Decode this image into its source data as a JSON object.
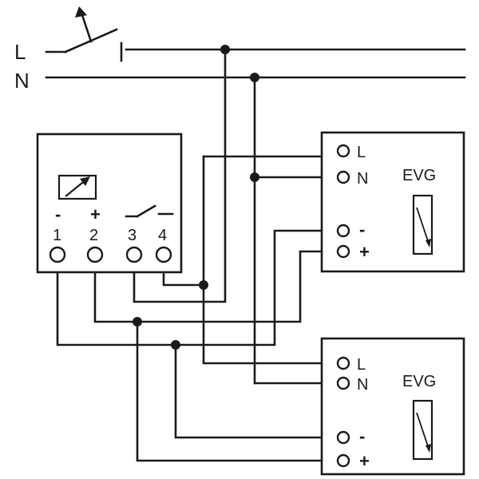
{
  "mains": {
    "line_label": "L",
    "neutral_label": "N"
  },
  "sensor": {
    "terminals": [
      {
        "number": "1",
        "polarity": "-"
      },
      {
        "number": "2",
        "polarity": "+"
      },
      {
        "number": "3"
      },
      {
        "number": "4"
      }
    ]
  },
  "ballasts": [
    {
      "title": "EVG",
      "terminals": [
        {
          "label": "L"
        },
        {
          "label": "N"
        },
        {
          "label": "-"
        },
        {
          "label": "+"
        }
      ]
    },
    {
      "title": "EVG",
      "terminals": [
        {
          "label": "L"
        },
        {
          "label": "N"
        },
        {
          "label": "-"
        },
        {
          "label": "+"
        }
      ]
    }
  ],
  "colors": {
    "line": "#1a1a1a",
    "background": "#ffffff"
  }
}
